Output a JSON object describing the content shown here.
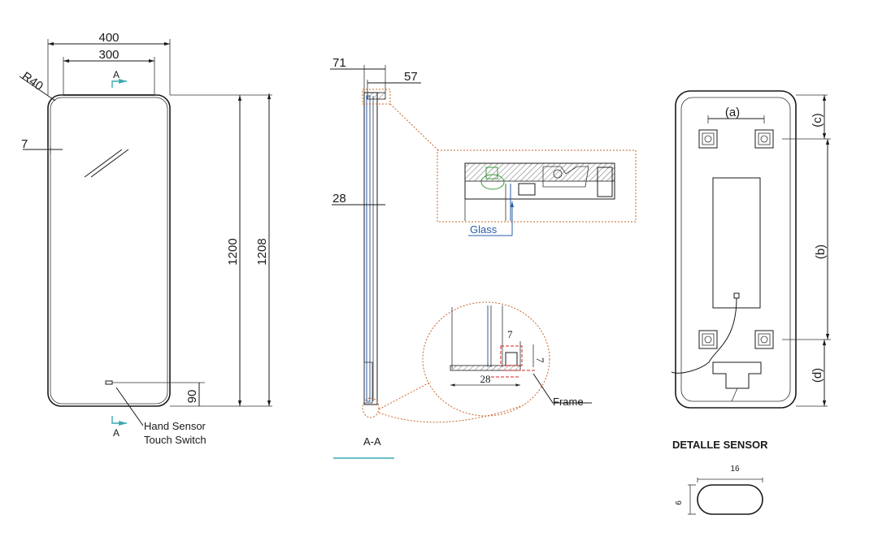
{
  "front_view": {
    "width_outer": "400",
    "width_inner": "300",
    "radius": "R40",
    "frame_thickness": "7",
    "height_inner": "1200",
    "height_outer": "1208",
    "sensor_offset": "90",
    "section_mark": "A",
    "sensor_label_line1": "Hand Sensor",
    "sensor_label_line2": "Touch Switch"
  },
  "section_view": {
    "depth_total": "71",
    "depth_frame": "57",
    "depth_glass": "28",
    "title": "A-A",
    "detail_top_label": "Glass",
    "detail_bottom_width": "28",
    "detail_bottom_height": "7",
    "detail_bottom_side": "7",
    "detail_bottom_label": "Frame"
  },
  "back_view": {
    "dim_a": "(a)",
    "dim_b": "(b)",
    "dim_c": "(c)",
    "dim_d": "(d)"
  },
  "sensor_detail": {
    "title": "DETALLE SENSOR",
    "width": "16",
    "height": "6"
  },
  "colors": {
    "line": "#1a1a1a",
    "detail_border": "#c8642a",
    "glass": "#2a5ea8",
    "section_marker": "#3aa9b0",
    "highlight": "#dd2222"
  }
}
